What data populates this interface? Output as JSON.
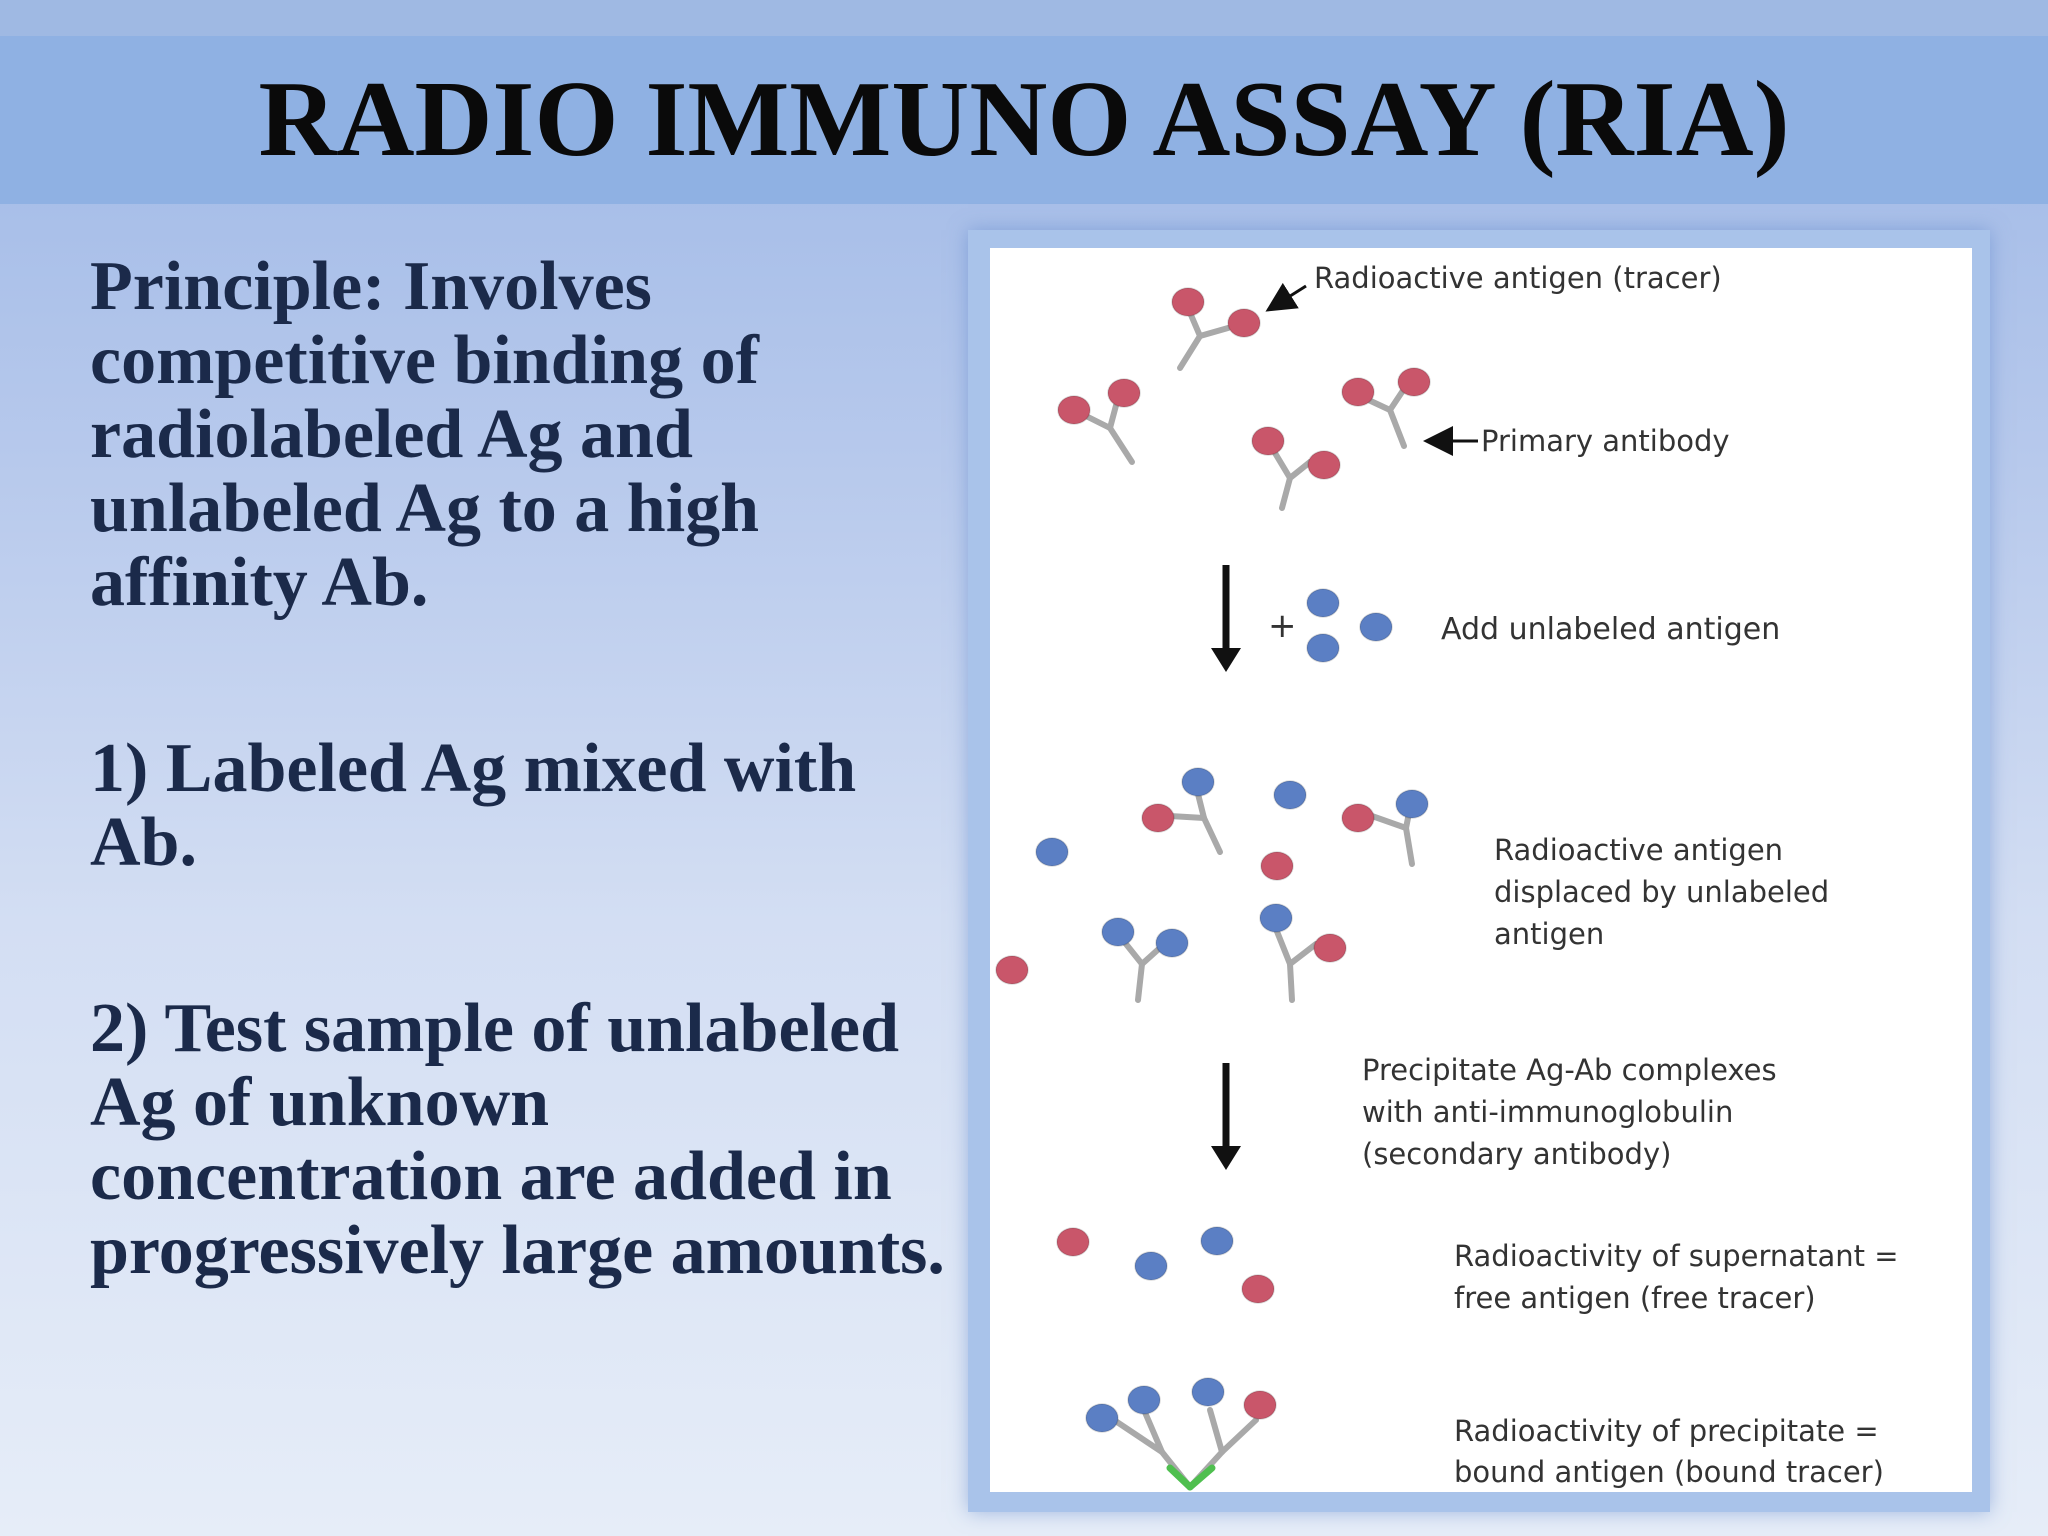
{
  "slide": {
    "title": "RADIO IMMUNO ASSAY (RIA)",
    "paragraphs": [
      "Principle: Involves competitive binding of radiolabeled Ag and unlabeled Ag to a high affinity Ab.",
      "1) Labeled Ag mixed with Ab.",
      "2) Test sample of unlabeled Ag of unknown concentration are  added in progressively large amounts."
    ]
  },
  "diagram": {
    "colors": {
      "radioactive_antigen": "#c9566a",
      "unlabeled_antigen": "#5b7fc4",
      "antibody": "#a9a9a9",
      "secondary_antibody": "#4fbf4f",
      "arrow": "#111111"
    },
    "labels": {
      "tracer": "Radioactive antigen (tracer)",
      "primary_antibody": "Primary antibody",
      "add_unlabeled": "Add unlabeled antigen",
      "plus": "+",
      "displaced": [
        "Radioactive antigen",
        "displaced by unlabeled",
        "antigen"
      ],
      "precipitate": [
        "Precipitate Ag-Ab complexes",
        "with anti-immunoglobulin",
        "(secondary antibody)"
      ],
      "supernatant": [
        "Radioactivity of supernatant =",
        "free antigen (free tracer)"
      ],
      "bound": [
        "Radioactivity of precipitate =",
        "bound antigen (bound tracer)"
      ]
    }
  }
}
